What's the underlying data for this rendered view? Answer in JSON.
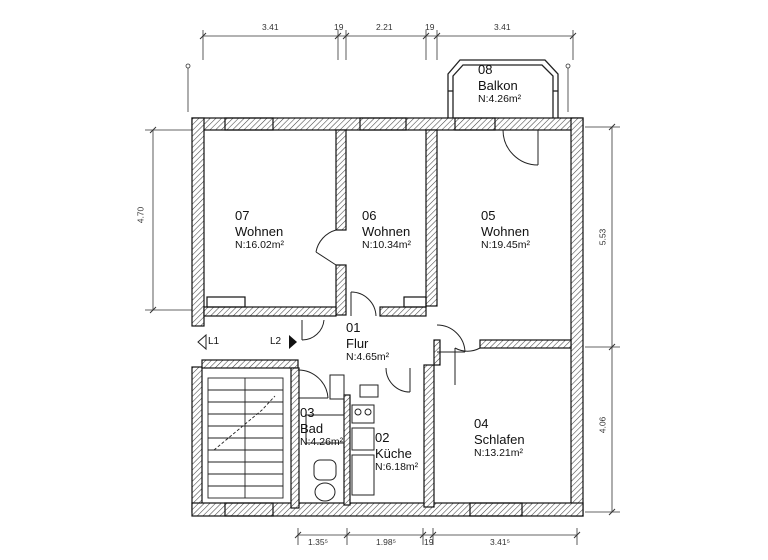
{
  "dimensions": {
    "top": [
      "3.41",
      "19",
      "2.21",
      "19",
      "3.41"
    ],
    "bottom": [
      "1.35⁵",
      "1.98⁵",
      "19",
      "3.41⁵"
    ],
    "left": [
      "4.70"
    ],
    "right": [
      "5.53",
      "4.06"
    ]
  },
  "rooms": {
    "r07": {
      "number": "07",
      "name": "Wohnen",
      "area": "N:16.02m²"
    },
    "r06": {
      "number": "06",
      "name": "Wohnen",
      "area": "N:10.34m²"
    },
    "r05": {
      "number": "05",
      "name": "Wohnen",
      "area": "N:19.45m²"
    },
    "r08": {
      "number": "08",
      "name": "Balkon",
      "area": "N:4.26m²"
    },
    "r01": {
      "number": "01",
      "name": "Flur",
      "area": "N:4.65m²"
    },
    "r03": {
      "number": "03",
      "name": "Bad",
      "area": "N:4.26m²"
    },
    "r02": {
      "number": "02",
      "name": "Küche",
      "area": "N:6.18m²"
    },
    "r04": {
      "number": "04",
      "name": "Schlafen",
      "area": "N:13.21m²"
    }
  },
  "labels": {
    "l1": "L1",
    "l2": "L2"
  }
}
